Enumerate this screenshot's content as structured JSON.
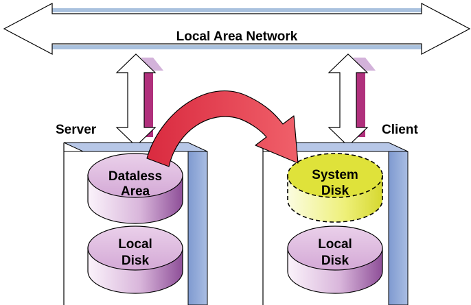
{
  "network": {
    "label": "Local Area Network"
  },
  "server": {
    "label": "Server",
    "disk_top": [
      "Dataless",
      "Area"
    ],
    "disk_bottom": [
      "Local",
      "Disk"
    ]
  },
  "client": {
    "label": "Client",
    "disk_top": [
      "System",
      "Disk"
    ],
    "disk_bottom": [
      "Local",
      "Disk"
    ]
  },
  "colors": {
    "lan_bar_blue": "#a9c1de",
    "arrow_shadow_magenta": "#b0307c",
    "arrow_shadow_light": "#d3b2da",
    "disk_top_purple": "#dcb4de",
    "disk_side_purple": "#9a5aa2",
    "system_disk_yellow": "#dfe23a",
    "curved_arrow_red": "#e8434f",
    "box_side_blue": "#8ca7d6",
    "box_top_blue": "#b7c7e7"
  }
}
